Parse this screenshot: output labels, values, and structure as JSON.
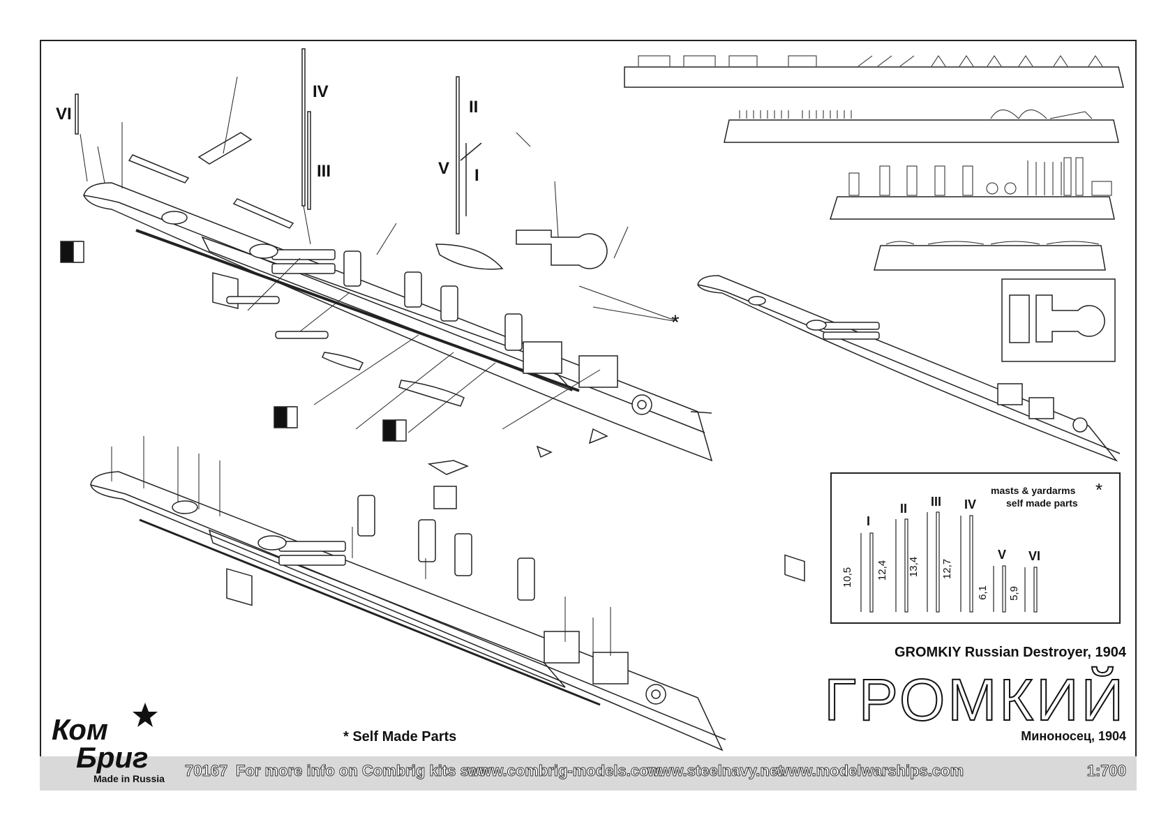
{
  "header": {
    "title_en": "GROMKIY Russian Destroyer, 1904",
    "name_ru": "ГРОМКИЙ",
    "subtitle_ru": "Миноносец, 1904"
  },
  "labels": {
    "mast_I": "I",
    "mast_II": "II",
    "mast_III": "III",
    "mast_IV": "IV",
    "mast_V": "V",
    "mast_VI": "VI",
    "asterisk": "*",
    "self_made": "* Self Made Parts"
  },
  "legend": {
    "title_line1": "masts & yardarms",
    "title_line2": "self made parts",
    "asterisk": "*",
    "items": [
      {
        "label": "I",
        "length": "10,5"
      },
      {
        "label": "II",
        "length": "12,4"
      },
      {
        "label": "III",
        "length": "13,4"
      },
      {
        "label": "IV",
        "length": "12,7"
      },
      {
        "label": "V",
        "length": "6,1"
      },
      {
        "label": "VI",
        "length": "5,9"
      }
    ]
  },
  "brand": {
    "logo_line1": "Ком",
    "logo_line2": "Бриг",
    "made_in": "Made in Russia"
  },
  "footer": {
    "kit_number": "70167",
    "info_text": "For more info on Combrig kits see:",
    "site1": "www.combrig-models.com",
    "site2": "www.steelnavy.net",
    "site3": "www.modelwarships.com",
    "scale": "1:700"
  },
  "colors": {
    "line": "#222222",
    "band": "#d9d9d9",
    "hull_fill": "#ffffff"
  }
}
